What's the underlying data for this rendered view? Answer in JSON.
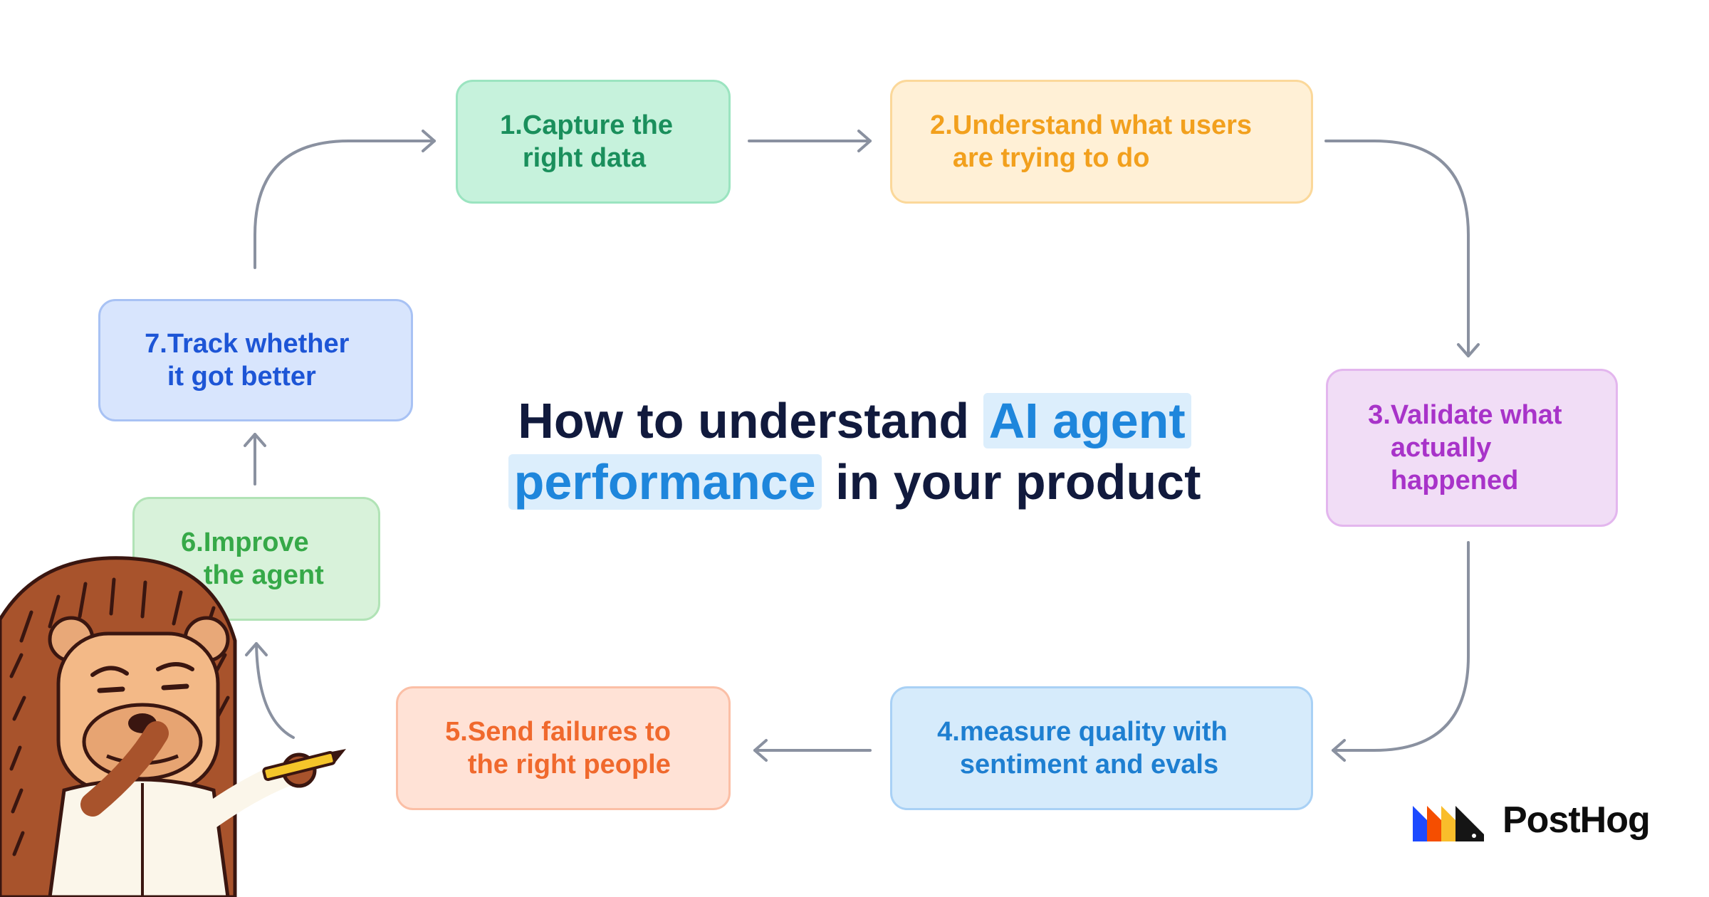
{
  "title": {
    "part1": "How to understand ",
    "highlight1": "AI agent",
    "highlight2": "performance",
    "part2": " in your product"
  },
  "steps": [
    {
      "num": "1.",
      "text": "Capture the right data"
    },
    {
      "num": "2.",
      "text": "Understand what users are trying to do"
    },
    {
      "num": "3.",
      "text": "Validate what actually happened"
    },
    {
      "num": "4.",
      "text": "measure quality with sentiment and evals"
    },
    {
      "num": "5.",
      "text": "Send failures to the right people"
    },
    {
      "num": "6.",
      "text": "Improve the agent"
    },
    {
      "num": "7.",
      "text": "Track whether it got better"
    }
  ],
  "brand": {
    "name": "PostHog"
  },
  "colors": {
    "arrow": "#8a91a0",
    "title": "#111a3d",
    "highlight": "#1e86dc"
  }
}
